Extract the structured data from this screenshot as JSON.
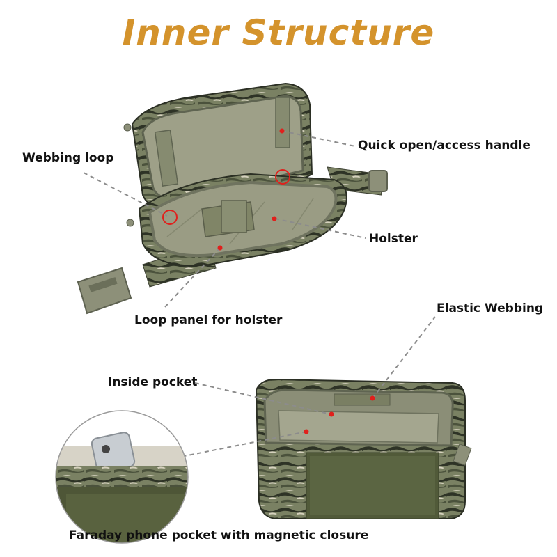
{
  "title": "Inner Structure",
  "labels": {
    "webbing_loop": "Webbing loop",
    "quick_handle": "Quick open/access handle",
    "holster": "Holster",
    "loop_panel": "Loop panel for holster",
    "elastic_webbing": "Elastic Webbing",
    "inside_pocket": "Inside pocket",
    "faraday": "Faraday phone pocket with magnetic closure"
  },
  "colors": {
    "title": "#d4932c",
    "fabric_green": "#8e957a",
    "lining": "#9ea088",
    "camo_dark": "#2e3326",
    "marker_red": "#e0201c",
    "leader_gray": "#8c8c8c"
  },
  "icons": {
    "red_circle": "circle-marker-icon",
    "red_dot": "dot-marker-icon"
  }
}
